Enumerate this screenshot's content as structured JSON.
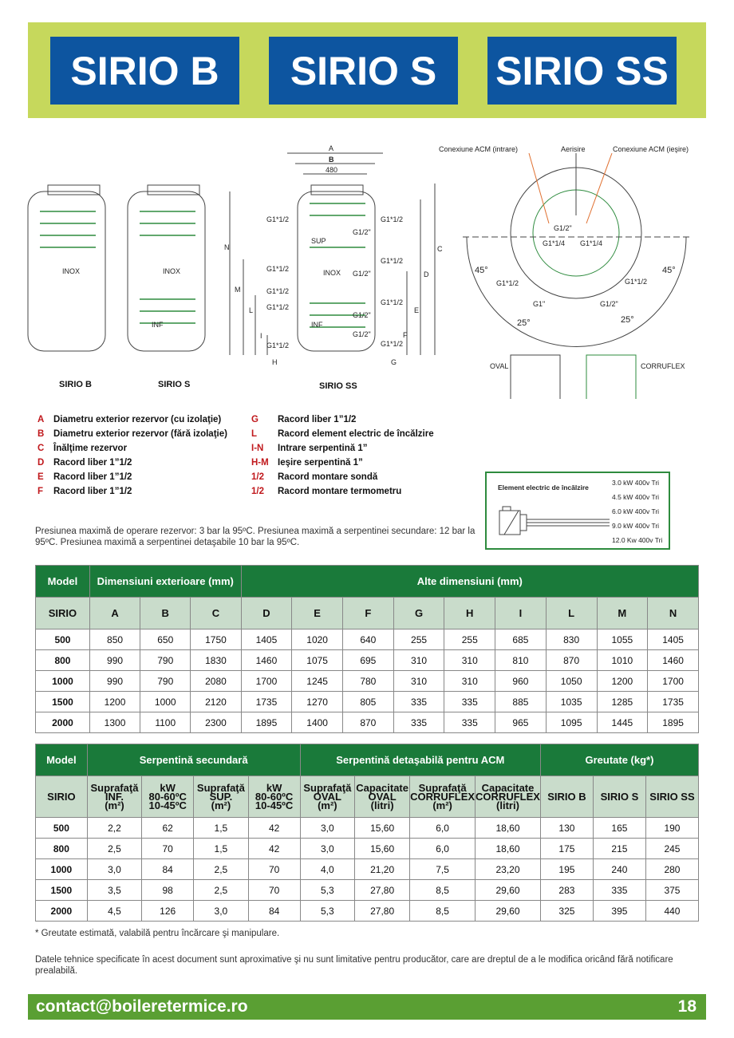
{
  "titles": [
    "SIRIO B",
    "SIRIO S",
    "SIRIO SS"
  ],
  "diagram": {
    "tank_labels": [
      "SIRIO B",
      "SIRIO S",
      "SIRIO SS"
    ],
    "inner_labels": {
      "inox": "INOX",
      "inf": "INF",
      "sup": "SUP"
    },
    "dims": {
      "A": "A",
      "B": "B",
      "width": "480",
      "C": "C",
      "D": "D",
      "E": "E",
      "F": "F",
      "G": "G",
      "N": "N",
      "M": "M",
      "L": "L",
      "I": "I",
      "H": "H"
    },
    "fittings": {
      "g112": "G1*1/2",
      "g12": "G1/2\"",
      "g1": "G1\"",
      "g114": "G1*1/4"
    },
    "top_view": {
      "in": "Conexiune ACM (intrare)",
      "vent": "Aerisire",
      "out": "Conexiune ACM (ieşire)",
      "a45": "45°",
      "a25": "25°"
    },
    "coils": {
      "oval": "OVAL",
      "corruflex": "CORRUFLEX"
    }
  },
  "legend": [
    {
      "k": "A",
      "v": "Diametru exterior rezervor (cu izolaţie)"
    },
    {
      "k": "B",
      "v": "Diametru exterior rezervor (fără izolaţie)"
    },
    {
      "k": "C",
      "v": "Înălţime rezervor"
    },
    {
      "k": "D",
      "v": "Racord liber 1”1/2"
    },
    {
      "k": "E",
      "v": "Racord liber 1”1/2"
    },
    {
      "k": "F",
      "v": "Racord liber 1”1/2"
    },
    {
      "k": "G",
      "v": "Racord liber 1”1/2"
    },
    {
      "k": "L",
      "v": "Racord element electric de încălzire"
    },
    {
      "k": "I-N",
      "v": "Intrare serpentină 1”"
    },
    {
      "k": "H-M",
      "v": "Ieşire serpentină 1”"
    },
    {
      "k": "1/2",
      "v": "Racord montare sondă"
    },
    {
      "k": "1/2",
      "v": "Racord montare termometru"
    }
  ],
  "pressure_note": "Presiunea maximă de operare rezervor: 3 bar la 95ºC. Presiunea maximă a serpentinei secundare: 12 bar la 95ºC. Presiunea maximă a serpentinei detaşabile 10 bar la 95ºC.",
  "element": {
    "title": "Element electric de încălzire",
    "powers": [
      "3.0 kW 400v Tri",
      "4.5 kW 400v Tri",
      "6.0 kW 400v Tri",
      "9.0 kW 400v Tri",
      "12.0 Kw 400v Tri"
    ]
  },
  "table1": {
    "h_model": "Model",
    "h_ext": "Dimensiuni exterioare (mm)",
    "h_other": "Alte dimensiuni (mm)",
    "cols": [
      "SIRIO",
      "A",
      "B",
      "C",
      "D",
      "E",
      "F",
      "G",
      "H",
      "I",
      "L",
      "M",
      "N"
    ],
    "rows": [
      [
        "500",
        "850",
        "650",
        "1750",
        "1405",
        "1020",
        "640",
        "255",
        "255",
        "685",
        "830",
        "1055",
        "1405"
      ],
      [
        "800",
        "990",
        "790",
        "1830",
        "1460",
        "1075",
        "695",
        "310",
        "310",
        "810",
        "870",
        "1010",
        "1460"
      ],
      [
        "1000",
        "990",
        "790",
        "2080",
        "1700",
        "1245",
        "780",
        "310",
        "310",
        "960",
        "1050",
        "1200",
        "1700"
      ],
      [
        "1500",
        "1200",
        "1000",
        "2120",
        "1735",
        "1270",
        "805",
        "335",
        "335",
        "885",
        "1035",
        "1285",
        "1735"
      ],
      [
        "2000",
        "1300",
        "1100",
        "2300",
        "1895",
        "1400",
        "870",
        "335",
        "335",
        "965",
        "1095",
        "1445",
        "1895"
      ]
    ]
  },
  "table2": {
    "h_model": "Model",
    "h_sec": "Serpentină secundară",
    "h_det": "Serpentină detaşabilă pentru ACM",
    "h_w": "Greutate (kg*)",
    "cols": [
      [
        "SIRIO"
      ],
      [
        "Suprafaţă",
        "INF.",
        "(m²)"
      ],
      [
        "kW",
        "80-60ºC",
        "10-45ºC"
      ],
      [
        "Suprafaţă",
        "SUP.",
        "(m²)"
      ],
      [
        "kW",
        "80-60ºC",
        "10-45ºC"
      ],
      [
        "Suprafaţă",
        "OVAL",
        "(m²)"
      ],
      [
        "Capacitate",
        "OVAL",
        "(litri)"
      ],
      [
        "Suprafaţă",
        "CORRUFLEX",
        "(m²)"
      ],
      [
        "Capacitate",
        "CORRUFLEX",
        "(litri)"
      ],
      [
        "SIRIO B"
      ],
      [
        "SIRIO S"
      ],
      [
        "SIRIO SS"
      ]
    ],
    "rows": [
      [
        "500",
        "2,2",
        "62",
        "1,5",
        "42",
        "3,0",
        "15,60",
        "6,0",
        "18,60",
        "130",
        "165",
        "190"
      ],
      [
        "800",
        "2,5",
        "70",
        "1,5",
        "42",
        "3,0",
        "15,60",
        "6,0",
        "18,60",
        "175",
        "215",
        "245"
      ],
      [
        "1000",
        "3,0",
        "84",
        "2,5",
        "70",
        "4,0",
        "21,20",
        "7,5",
        "23,20",
        "195",
        "240",
        "280"
      ],
      [
        "1500",
        "3,5",
        "98",
        "2,5",
        "70",
        "5,3",
        "27,80",
        "8,5",
        "29,60",
        "283",
        "335",
        "375"
      ],
      [
        "2000",
        "4,5",
        "126",
        "3,0",
        "84",
        "5,3",
        "27,80",
        "8,5",
        "29,60",
        "325",
        "395",
        "440"
      ]
    ]
  },
  "footnote": "* Greutate estimată, valabilă pentru încărcare şi manipulare.",
  "disclaimer": "Datele tehnice specificate în acest document sunt aproximative şi nu sunt limitative pentru producător, care are dreptul de a le modifica oricând fără notificare prealabilă.",
  "footer": {
    "contact": "contact@boileretermice.ro",
    "page": "18"
  },
  "colors": {
    "band": "#c6d85c",
    "title_blue": "#0d55a0",
    "table_green": "#1a7a3a",
    "sub_green": "#c9dccb",
    "footer": "#5a9f33",
    "legend_key": "#c0181c"
  }
}
